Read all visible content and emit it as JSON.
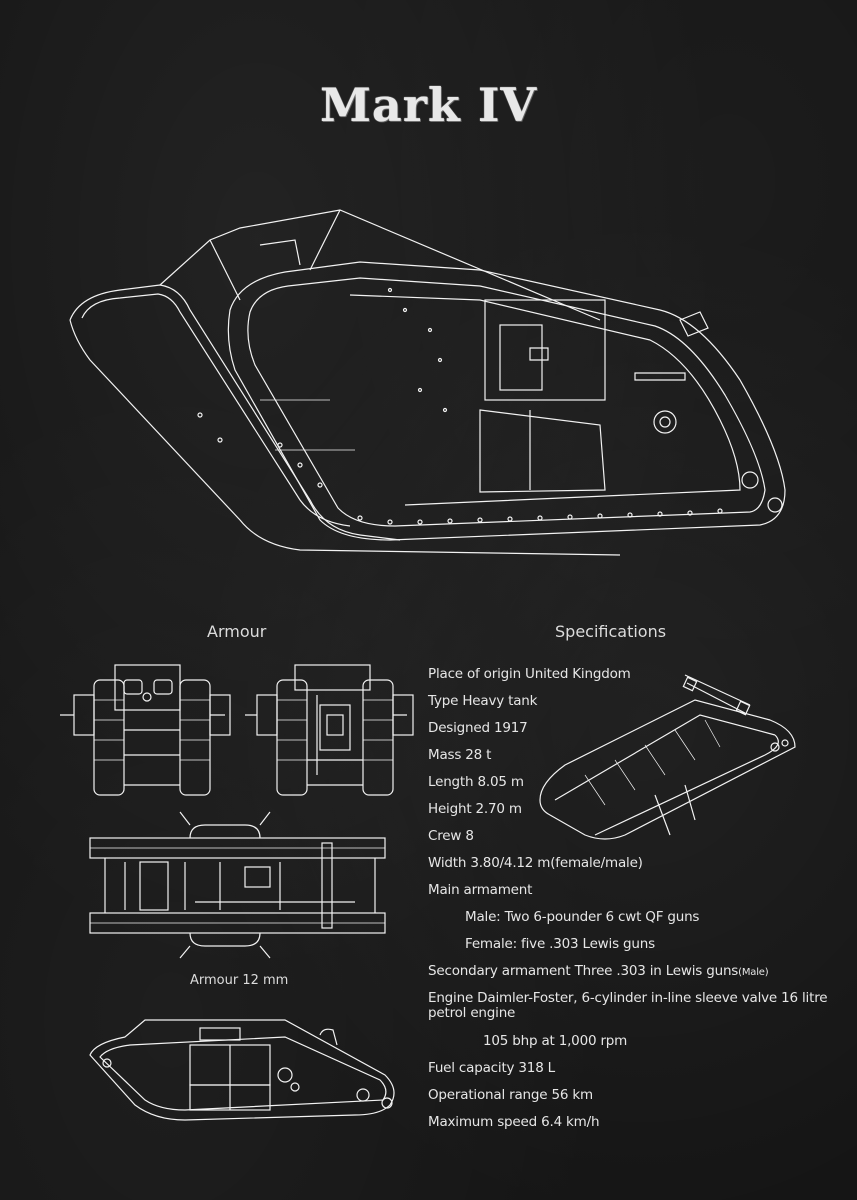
{
  "poster": {
    "title": "Mark IV",
    "background_color": "#151515",
    "line_color": "#f2f2f2"
  },
  "armour": {
    "heading": "Armour",
    "caption": "Armour 12 mm",
    "views": [
      "front-view",
      "rear-view",
      "top-view",
      "side-view"
    ]
  },
  "specifications": {
    "heading": "Specifications",
    "rows": [
      {
        "label": "Place of origin",
        "value": "United Kingdom"
      },
      {
        "label": "Type",
        "value": "Heavy tank"
      },
      {
        "label": "Designed",
        "value": "1917"
      },
      {
        "label": "Mass",
        "value": "28 t"
      },
      {
        "label": "Length",
        "value": "8.05 m"
      },
      {
        "label": "Height",
        "value": "2.70 m"
      },
      {
        "label": "Crew",
        "value": "8"
      },
      {
        "label": "Width",
        "value": "3.80/4.12 m(female/male)"
      },
      {
        "label": "Main armament",
        "value": ""
      },
      {
        "label": "",
        "value": "Male: Two 6-pounder 6 cwt QF guns"
      },
      {
        "label": "",
        "value": "Female: five .303 Lewis guns"
      },
      {
        "label": "Secondary armament",
        "value": "Three .303 in Lewis guns",
        "note": "(Male)"
      },
      {
        "label": "Engine",
        "value": "Daimler-Foster, 6-cylinder in-line sleeve valve 16 litre petrol engine"
      },
      {
        "label": "",
        "value": "105 bhp at 1,000 rpm"
      },
      {
        "label": "Fuel capacity",
        "value": "318 L"
      },
      {
        "label": "Operational range",
        "value": "56 km"
      },
      {
        "label": "Maximum speed",
        "value": "6.4 km/h"
      }
    ]
  }
}
